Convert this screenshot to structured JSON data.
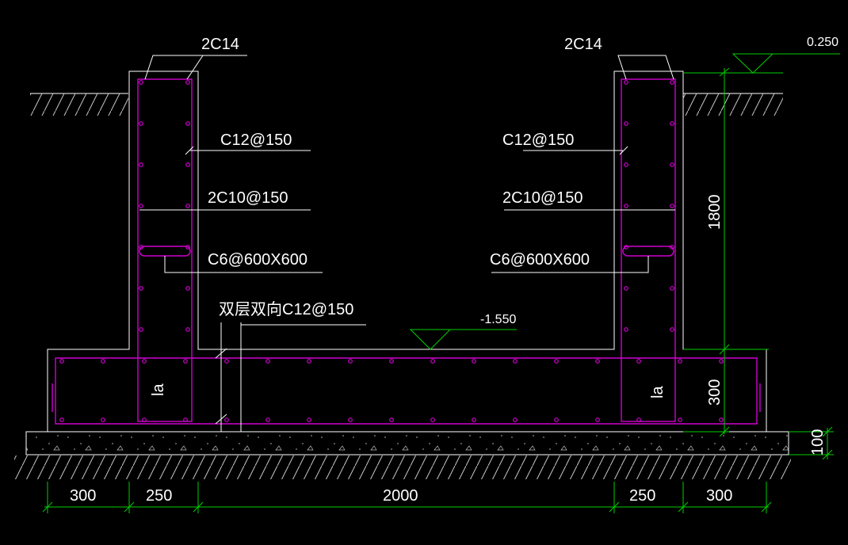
{
  "drawing": {
    "rebar_top_left": "2C14",
    "rebar_top_right": "2C14",
    "bar_vertical_left": "C12@150",
    "bar_vertical_right": "C12@150",
    "bar_horizontal_left": "2C10@150",
    "bar_horizontal_right": "2C10@150",
    "tie_left": "C6@600X600",
    "tie_right": "C6@600X600",
    "base_slab_bars": "双层双向C12@150",
    "anchor_left": "la",
    "anchor_right": "la",
    "elev_top": "0.250",
    "elev_bottom": "-1.550",
    "dim_wall_height": "1800",
    "dim_slab_thickness": "300",
    "dim_cushion": "100",
    "dims_bottom": [
      "300",
      "250",
      "2000",
      "250",
      "300"
    ]
  },
  "colors": {
    "background": "#000000",
    "outline": "#ffffff",
    "rebar": "#d000d0",
    "dimension": "#00d000"
  }
}
